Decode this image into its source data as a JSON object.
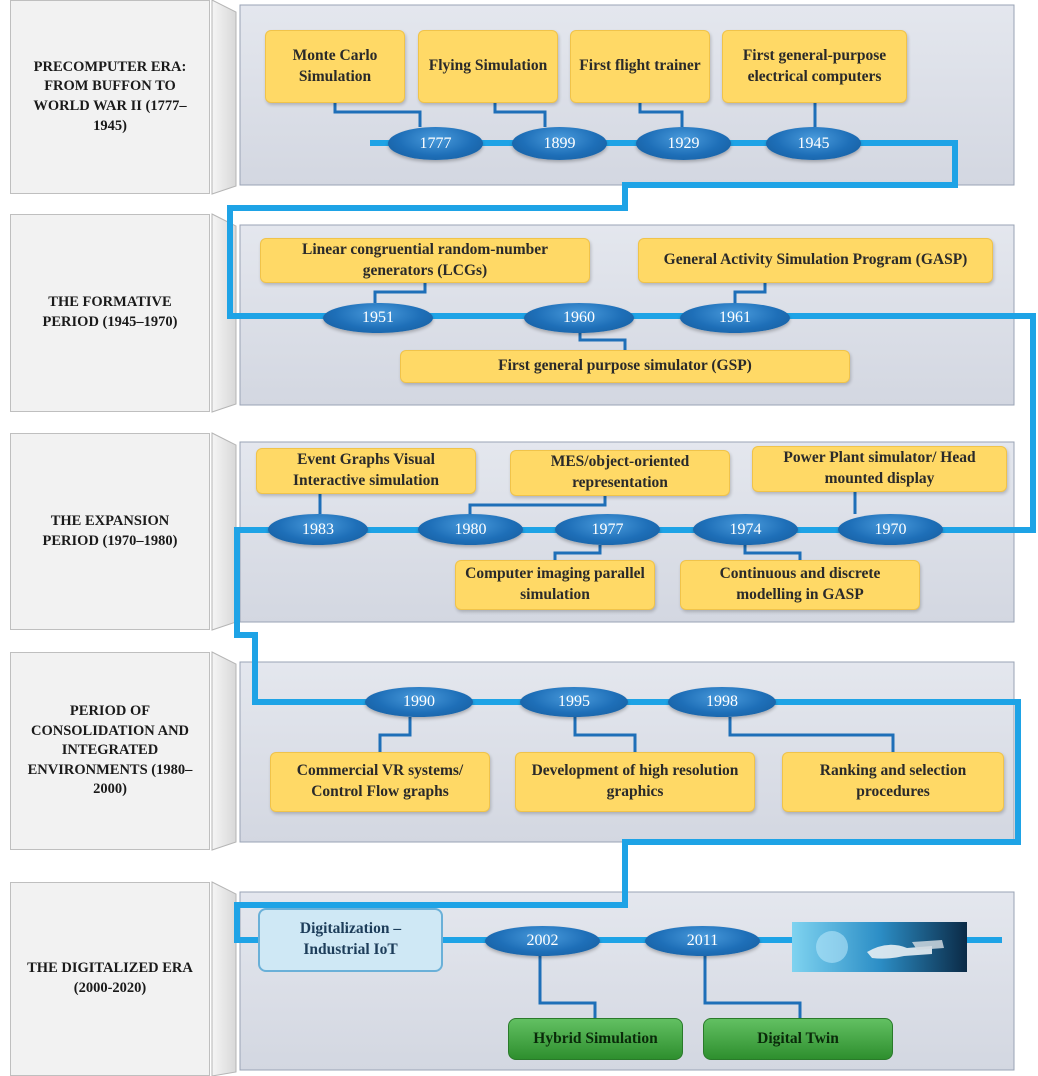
{
  "colors": {
    "panel": "#d9dde7",
    "line": "#1ea3e6",
    "year": "#1e6fb8",
    "yellow": "#ffd966",
    "green": "#3fa83f",
    "iot": "#cfe8f5"
  },
  "eras": [
    {
      "label": "PRECOMPUTER ERA: FROM BUFFON TO WORLD WAR II (1777–1945)"
    },
    {
      "label": "THE FORMATIVE PERIOD (1945–1970)"
    },
    {
      "label": "THE EXPANSION PERIOD (1970–1980)"
    },
    {
      "label": "PERIOD OF CONSOLIDATION AND INTEGRATED ENVIRONMENTS (1980–2000)"
    },
    {
      "label": "THE DIGITALIZED ERA (2000-2020)"
    }
  ],
  "years": [
    "1777",
    "1899",
    "1929",
    "1945",
    "1951",
    "1960",
    "1961",
    "1983",
    "1980",
    "1977",
    "1974",
    "1970",
    "1990",
    "1995",
    "1998",
    "2002",
    "2011"
  ],
  "events": [
    "Monte Carlo Simulation",
    "Flying Simulation",
    "First flight trainer",
    "First general-purpose electrical computers",
    "Linear congruential random-number generators (LCGs)",
    "General Activity Simulation Program (GASP)",
    "First general purpose simulator (GSP)",
    "Event Graphs Visual Interactive simulation",
    "MES/object-oriented representation",
    "Power Plant simulator/ Head mounted display",
    "Computer imaging parallel simulation",
    "Continuous and discrete modelling in GASP",
    "Commercial VR systems/ Control Flow graphs",
    "Development of high resolution graphics",
    "Ranking and selection procedures",
    "Digitalization – Industrial IoT",
    "Hybrid Simulation",
    "Digital Twin"
  ],
  "icons": {
    "photo": "handshake-globe-image"
  }
}
